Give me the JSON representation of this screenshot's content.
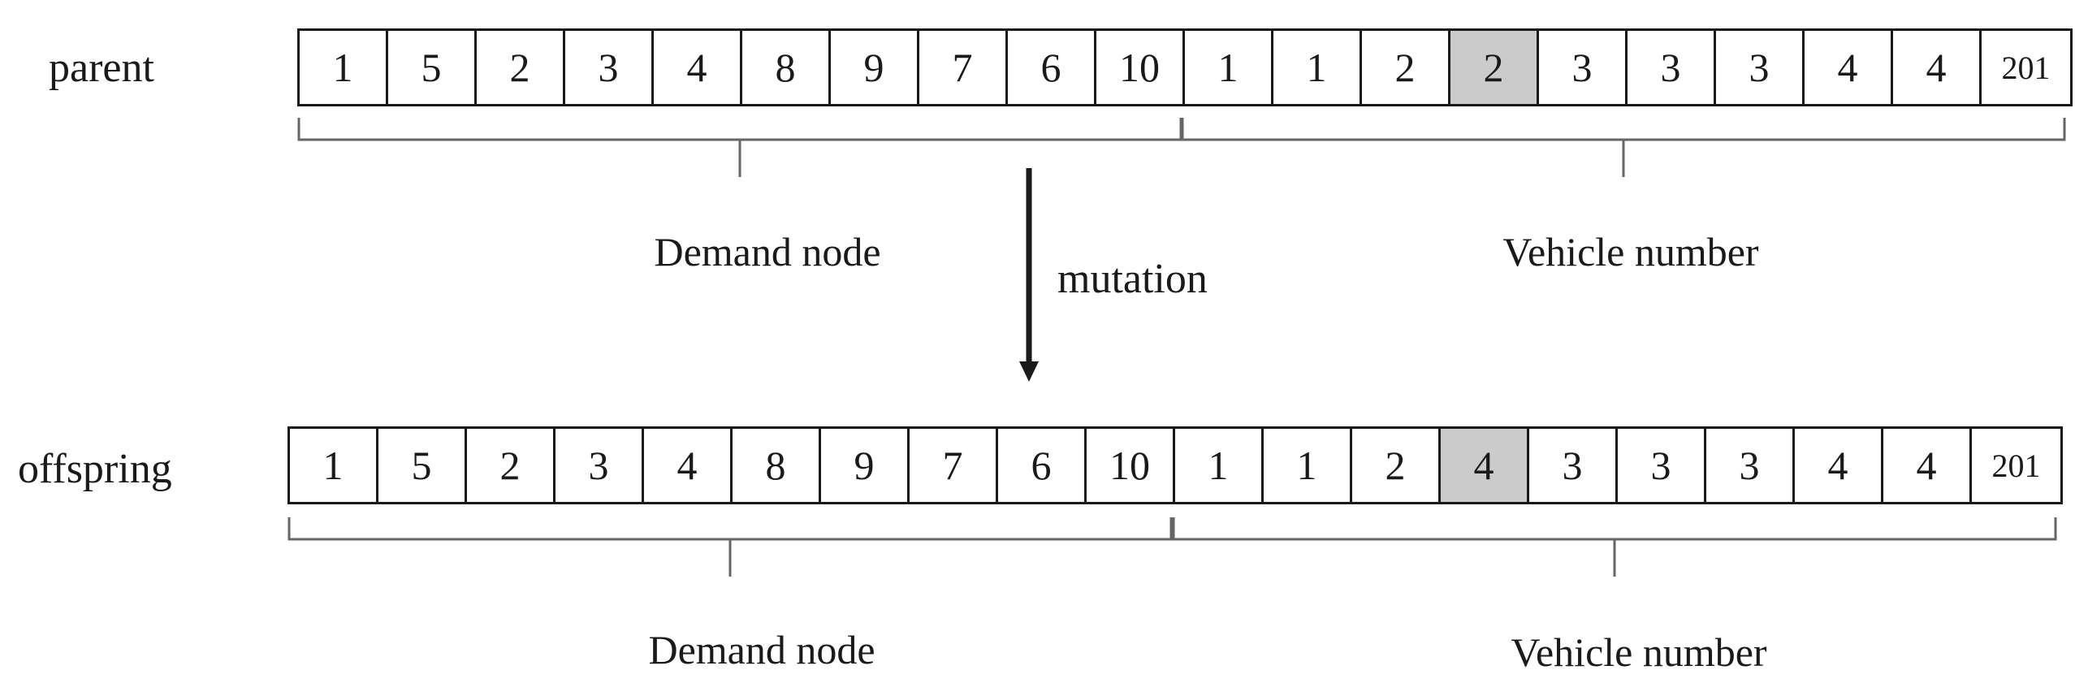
{
  "parent": {
    "label": "parent",
    "genes": [
      "1",
      "5",
      "2",
      "3",
      "4",
      "8",
      "9",
      "7",
      "6",
      "10",
      "1",
      "1",
      "2",
      "2",
      "3",
      "3",
      "3",
      "4",
      "4",
      "201"
    ],
    "highlight_index": 13,
    "segments": [
      {
        "label": "Demand node",
        "start": 0,
        "end": 10
      },
      {
        "label": "Vehicle number",
        "start": 10,
        "end": 20
      }
    ]
  },
  "operation": {
    "label": "mutation"
  },
  "offspring": {
    "label": "offspring",
    "genes": [
      "1",
      "5",
      "2",
      "3",
      "4",
      "8",
      "9",
      "7",
      "6",
      "10",
      "1",
      "1",
      "2",
      "4",
      "3",
      "3",
      "3",
      "4",
      "4",
      "201"
    ],
    "highlight_index": 13,
    "segments": [
      {
        "label": "Demand node",
        "start": 0,
        "end": 10
      },
      {
        "label": "Vehicle number",
        "start": 10,
        "end": 20
      }
    ]
  },
  "colors": {
    "highlight": "#cbcbcb",
    "stroke": "#1a1a1a"
  }
}
